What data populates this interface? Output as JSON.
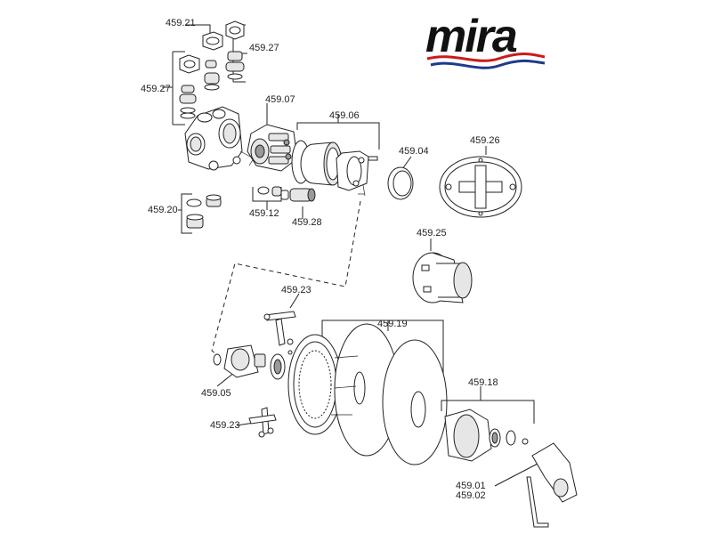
{
  "brand": {
    "logo_text": "mira",
    "logo_color": "#111111",
    "wave_colors": [
      "#cc1a1a",
      "#1e3a8a"
    ]
  },
  "labels": {
    "l_459_21": "459.21",
    "l_459_27_top": "459.27",
    "l_459_27_left": "459.27",
    "l_459_07": "459.07",
    "l_459_06": "459.06",
    "l_459_04": "459.04",
    "l_459_26": "459.26",
    "l_459_12": "459.12",
    "l_459_28": "459.28",
    "l_459_20": "459.20",
    "l_459_25": "459.25",
    "l_459_23_top": "459.23",
    "l_459_19": "459.19",
    "l_459_18": "459.18",
    "l_459_05": "459.05",
    "l_459_23_bottom": "459.23",
    "l_459_01": "459.01",
    "l_459_02": "459.02"
  }
}
